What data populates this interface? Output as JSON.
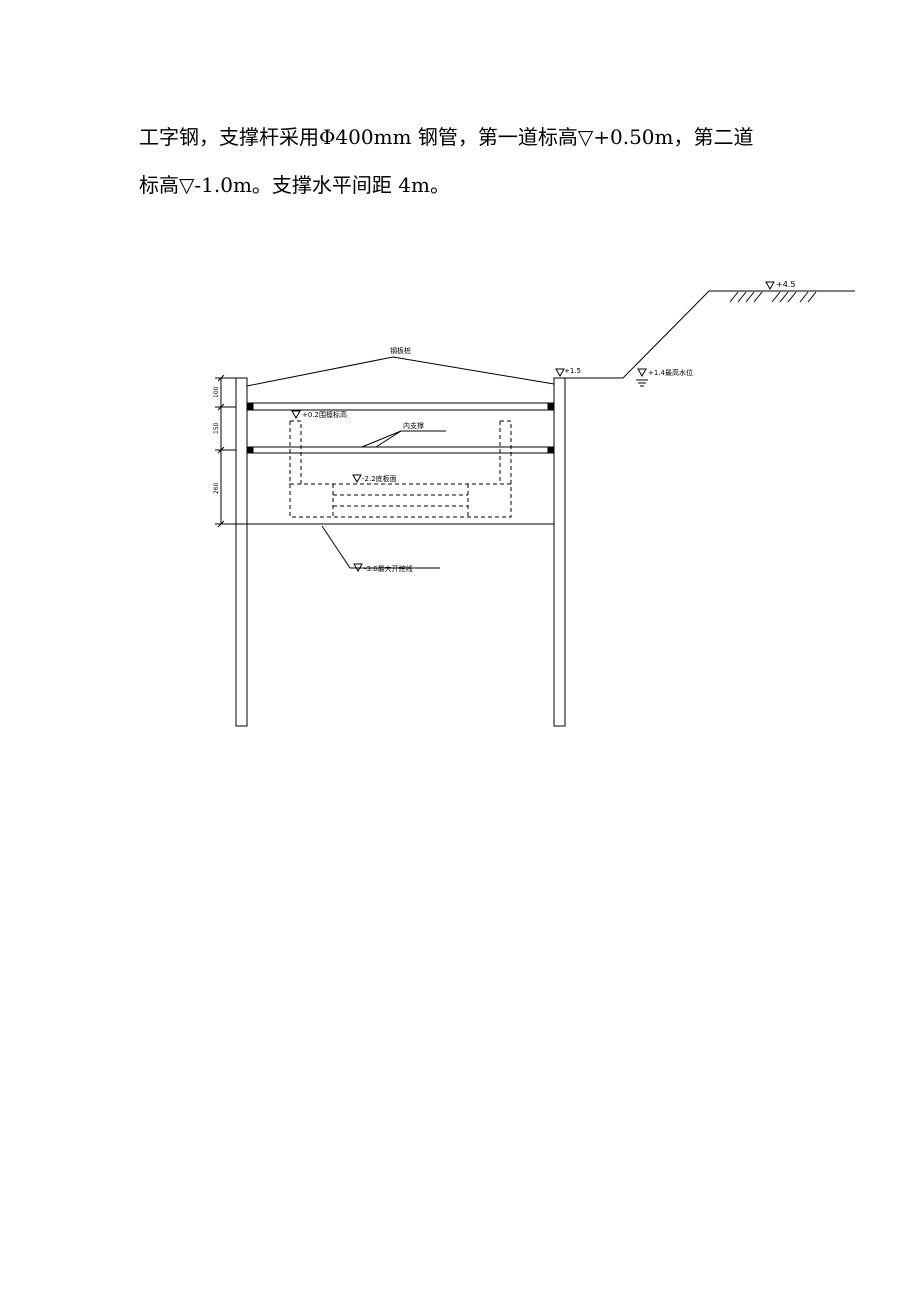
{
  "paragraph": {
    "line1": "工字钢，支撑杆采用Φ400mm 钢管，第一道标高▽+0.50m，第二道",
    "line2": "标高▽-1.0m。支撑水平间距 4m。"
  },
  "drawing": {
    "sheet_pile_label": "钢板桩",
    "inner_support_label": "内支撑",
    "elev_pile_top": "+1.5",
    "elev_ground": "+4.5",
    "elev_water": "+1.4最高水位",
    "elev_waler": "+0.2围檩标高",
    "elev_base": "-2.2底板面",
    "elev_excavation": "-3.6最大开挖线",
    "dims": [
      "100",
      "150",
      "260"
    ]
  }
}
